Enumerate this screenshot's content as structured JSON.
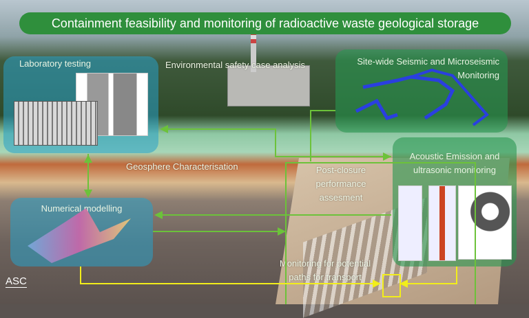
{
  "title": "Containment feasibility and monitoring of radioactive waste geological storage",
  "panels": {
    "lab": "Laboratory testing",
    "seismic": "Site-wide Seismic and Microseismic Monitoring",
    "acoustic": "Acoustic Emission and ultrasonic monitoring",
    "numerical": "Numerical modelling"
  },
  "labels": {
    "environmental": "Environmental safety case analysis",
    "geosphere": "Geosphere Characterisation",
    "post_closure": "Post-closure performance assesment",
    "transport": "Monitoring for potential paths for transport"
  },
  "logo": "ASC",
  "colors": {
    "green_line": "#6cc23a",
    "yellow_line": "#f2ee1a"
  }
}
